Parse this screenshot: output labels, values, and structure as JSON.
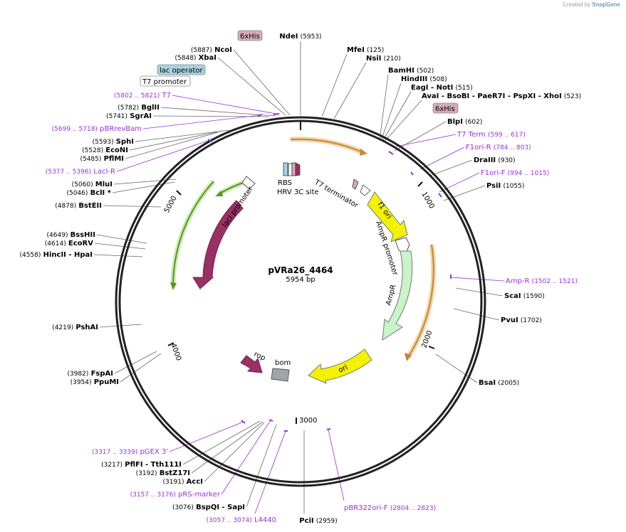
{
  "credit": {
    "prefix": "Created by",
    "brand": "SnapGene"
  },
  "plasmid": {
    "name": "pVRa26_4464",
    "length": "5954 bp",
    "total": 5954
  },
  "ticks": [
    "1000",
    "2000",
    "3000",
    "4000",
    "5000"
  ],
  "colors": {
    "enzyme": "#000000",
    "primer": "#9b30d9",
    "leader": "#666666",
    "lacI": "#9a3064",
    "rop": "#9a3064",
    "ori": "#f3f200",
    "ampR": "#c9f3c9",
    "orange_arc": "#c8843a",
    "green_arc": "#4f9a1c",
    "bom": "#9fa5ab",
    "his_tag": "#d7aabb",
    "lac_operator": "#a6d2e0"
  },
  "boxed_labels": [
    {
      "id": "6xhis-top",
      "text": "6xHis",
      "style": "his"
    },
    {
      "id": "lac-operator",
      "text": "lac operator",
      "style": "lac"
    },
    {
      "id": "t7-promoter",
      "text": "T7 promoter",
      "style": "plain"
    },
    {
      "id": "6xhis-right",
      "text": "6xHis",
      "style": "his"
    }
  ],
  "enzymes_left": [
    {
      "id": "ncoi",
      "pos": "(5887)",
      "name": "NcoI"
    },
    {
      "id": "xbai",
      "pos": "(5848)",
      "name": "XbaI"
    },
    {
      "id": "bglii",
      "pos": "(5782)",
      "name": "BglII"
    },
    {
      "id": "sgrai",
      "pos": "(5741)",
      "name": "SgrAI"
    },
    {
      "id": "sphi",
      "pos": "(5593)",
      "name": "SphI"
    },
    {
      "id": "econi",
      "pos": "(5528)",
      "name": "EcoNI"
    },
    {
      "id": "pflmi",
      "pos": "(5485)",
      "name": "PflMI"
    },
    {
      "id": "mlui",
      "pos": "(5060)",
      "name": "MluI"
    },
    {
      "id": "bcli",
      "pos": "(5046)",
      "name": "BclI *"
    },
    {
      "id": "bsteii",
      "pos": "(4878)",
      "name": "BstEII"
    },
    {
      "id": "bsshii",
      "pos": "(4649)",
      "name": "BssHII"
    },
    {
      "id": "ecorv",
      "pos": "(4614)",
      "name": "EcoRV"
    },
    {
      "id": "hincii-hpai",
      "pos": "(4558)",
      "name": "HincII  - HpaI"
    },
    {
      "id": "pshai",
      "pos": "(4219)",
      "name": "PshAI"
    },
    {
      "id": "fspai",
      "pos": "(3982)",
      "name": "FspAI"
    },
    {
      "id": "ppumi",
      "pos": "(3954)",
      "name": "PpuMI"
    },
    {
      "id": "pflfi-tth111i",
      "pos": "(3217)",
      "name": "PflFI  - Tth111I"
    },
    {
      "id": "bstz17i",
      "pos": "(3192)",
      "name": "BstZ17I"
    },
    {
      "id": "acci",
      "pos": "(3191)",
      "name": "AccI"
    },
    {
      "id": "bspqi-sapi",
      "pos": "(3076)",
      "name": "BspQI  - SapI"
    }
  ],
  "primers_left": [
    {
      "id": "t7",
      "pos": "(5802 .. 5821)",
      "name": "T7"
    },
    {
      "id": "pbrrevbam",
      "pos": "(5699 .. 5718)",
      "name": "pBRrevBam"
    },
    {
      "id": "laci-r",
      "pos": "(5377 .. 5396)",
      "name": "LacI-R"
    },
    {
      "id": "pgex3",
      "pos": "(3317 .. 3339)",
      "name": "pGEX 3'"
    },
    {
      "id": "prs-marker",
      "pos": "(3157 .. 3176)",
      "name": "pRS-marker"
    },
    {
      "id": "l4440",
      "pos": "(3057 .. 3074)",
      "name": "L4440"
    }
  ],
  "enzymes_top": [
    {
      "id": "ndei",
      "name": "NdeI",
      "pos": "(5953)"
    },
    {
      "id": "mfei",
      "name": "MfeI",
      "pos": "(125)"
    },
    {
      "id": "nsii",
      "name": "NsiI",
      "pos": "(210)"
    },
    {
      "id": "bamhi",
      "name": "BamHI",
      "pos": "(502)"
    },
    {
      "id": "hindiii",
      "name": "HindIII",
      "pos": "(508)"
    },
    {
      "id": "eagi-noti",
      "name": "EagI   - NotI",
      "pos": "(515)"
    },
    {
      "id": "avai-group",
      "name": "AvaI   - BsoBI   - PaeR7I   - PspXI   - XhoI",
      "pos": "(523)"
    }
  ],
  "enzymes_right": [
    {
      "id": "blpi",
      "name": "BlpI",
      "pos": "(602)"
    },
    {
      "id": "draiii",
      "name": "DraIII",
      "pos": "(930)"
    },
    {
      "id": "psii",
      "name": "PsiI",
      "pos": "(1055)"
    },
    {
      "id": "scai",
      "name": "ScaI",
      "pos": "(1590)"
    },
    {
      "id": "pvui",
      "name": "PvuI",
      "pos": "(1702)"
    },
    {
      "id": "bsai",
      "name": "BsaI",
      "pos": "(2005)"
    },
    {
      "id": "pcii",
      "name": "PciI",
      "pos": "(2959)"
    }
  ],
  "primers_right": [
    {
      "id": "t7-term",
      "name": "T7 Term",
      "pos": "(599 .. 617)"
    },
    {
      "id": "f1ori-r",
      "name": "F1ori-R",
      "pos": "(784 .. 803)"
    },
    {
      "id": "f1ori-f",
      "name": "F1ori-F",
      "pos": "(994 .. 1015)"
    },
    {
      "id": "amp-r",
      "name": "Amp-R",
      "pos": "(1502 .. 1521)"
    },
    {
      "id": "pbr322ori-f",
      "name": "pBR322ori-F",
      "pos": "(2804 .. 2823)"
    }
  ],
  "features": {
    "laci": "lacI",
    "laci_promoter": "lacI promoter",
    "f1_ori": "f1 ori",
    "ampr_promoter": "AmpR promoter",
    "ampr": "AmpR",
    "ori": "ori",
    "rop": "rop",
    "bom": "bom",
    "rbs": "RBS",
    "hrv": "HRV 3C site",
    "t7_terminator": "T7 terminator"
  }
}
